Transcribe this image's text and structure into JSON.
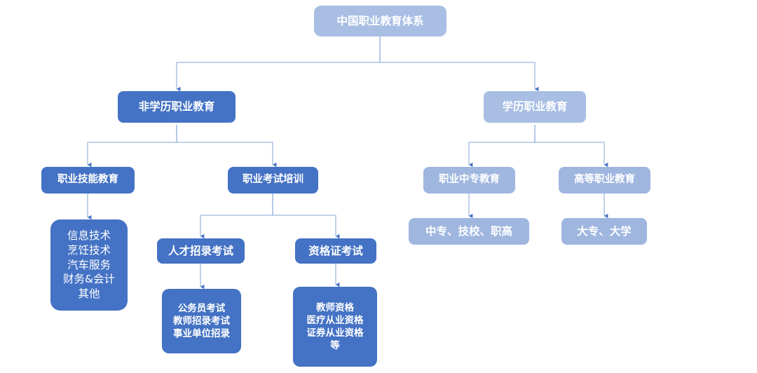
{
  "diagram": {
    "title": "中国职业教育体系",
    "type": "org-chart",
    "background": "#ffffff",
    "colors": {
      "light_blue": "#A8BEE3",
      "mid_blue": "#9FB6DF",
      "strong_blue": "#4472C4",
      "connector": "#9DB8DF",
      "arrow": "#4472C4",
      "text": "#ffffff"
    },
    "nodes": {
      "root": {
        "label": "中国职业教育体系"
      },
      "non_degree": {
        "label": "非学历职业教育"
      },
      "degree": {
        "label": "学历职业教育"
      },
      "vocational_skill": {
        "label": "职业技能教育"
      },
      "exam_training": {
        "label": "职业考试培训"
      },
      "secondary_vocational": {
        "label": "职业中专教育"
      },
      "higher_vocational": {
        "label": "高等职业教育"
      },
      "skill_items": {
        "lines": [
          "信息技术",
          "烹饪技术",
          "汽车服务",
          "财务&会计",
          "其他"
        ]
      },
      "talent_recruit_exam": {
        "label": "人才招录考试"
      },
      "certificate_exam": {
        "label": "资格证考试"
      },
      "recruit_items": {
        "lines": [
          "公务员考试",
          "教师招录考试",
          "事业单位招录"
        ]
      },
      "certificate_items": {
        "lines": [
          "教师资格",
          "医疗从业资格",
          "证券从业资格",
          "等"
        ]
      },
      "secondary_schools": {
        "label": "中专、技校、职高"
      },
      "higher_schools": {
        "label": "大专、大学"
      }
    },
    "edges": [
      {
        "from": "root",
        "to": "non_degree"
      },
      {
        "from": "root",
        "to": "degree"
      },
      {
        "from": "non_degree",
        "to": "vocational_skill"
      },
      {
        "from": "non_degree",
        "to": "exam_training"
      },
      {
        "from": "degree",
        "to": "secondary_vocational"
      },
      {
        "from": "degree",
        "to": "higher_vocational"
      },
      {
        "from": "vocational_skill",
        "to": "skill_items"
      },
      {
        "from": "exam_training",
        "to": "talent_recruit_exam"
      },
      {
        "from": "exam_training",
        "to": "certificate_exam"
      },
      {
        "from": "talent_recruit_exam",
        "to": "recruit_items"
      },
      {
        "from": "certificate_exam",
        "to": "certificate_items"
      },
      {
        "from": "secondary_vocational",
        "to": "secondary_schools"
      },
      {
        "from": "higher_vocational",
        "to": "higher_schools"
      }
    ]
  }
}
